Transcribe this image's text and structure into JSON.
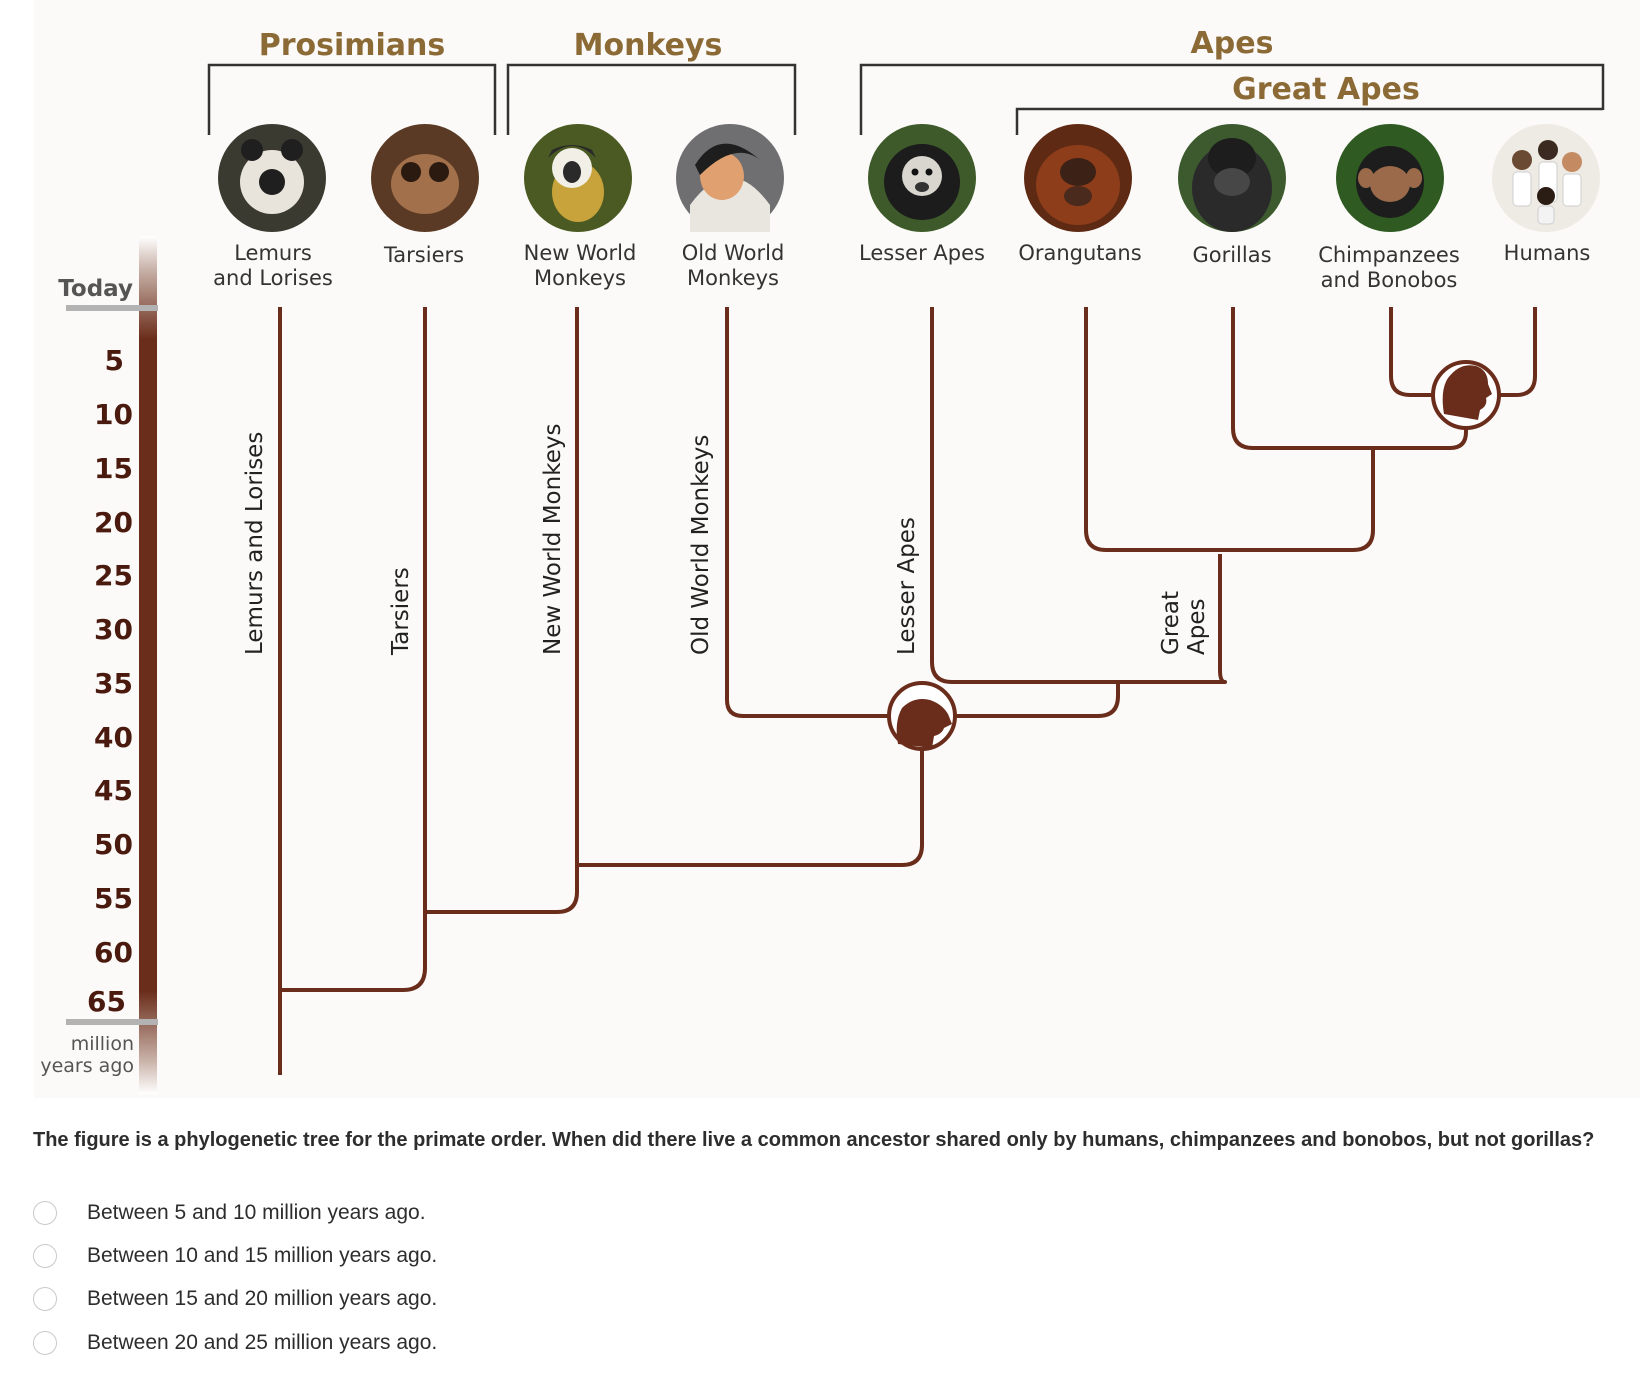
{
  "groups": {
    "prosimians": "Prosimians",
    "monkeys": "Monkeys",
    "apes": "Apes",
    "great_apes": "Great Apes"
  },
  "species": {
    "lemurs_1": "Lemurs",
    "lemurs_2": "and Lorises",
    "tarsiers": "Tarsiers",
    "nwm_1": "New World",
    "nwm_2": "Monkeys",
    "owm_1": "Old World",
    "owm_2": "Monkeys",
    "lesser_apes": "Lesser Apes",
    "orangutans": "Orangutans",
    "gorillas": "Gorillas",
    "chimps_1": "Chimpanzees",
    "chimps_2": "and Bonobos",
    "humans": "Humans"
  },
  "branch_labels": {
    "lemurs": "Lemurs and Lorises",
    "tarsiers": "Tarsiers",
    "nwm": "New World Monkeys",
    "owm": "Old World Monkeys",
    "lesser_apes": "Lesser Apes",
    "great_1": "Great",
    "great_2": "Apes"
  },
  "axis": {
    "today": "Today",
    "ticks": [
      "5",
      "10",
      "15",
      "20",
      "25",
      "30",
      "35",
      "40",
      "45",
      "50",
      "55",
      "60",
      "65"
    ],
    "unit_1": "million",
    "unit_2": "years ago"
  },
  "question": "The figure is a phylogenetic tree for the primate order. When did there live a common ancestor shared only by humans, chimpanzees and bonobos, but not gorillas?",
  "options": [
    "Between 5 and 10 million years ago.",
    "Between 10 and 15 million years ago.",
    "Between 15 and 20 million years ago.",
    "Between 20 and 25 million years ago."
  ],
  "colors": {
    "branch": "#6b2d1b",
    "group_label": "#8b6a35",
    "tick_label": "#4a1a0e"
  }
}
